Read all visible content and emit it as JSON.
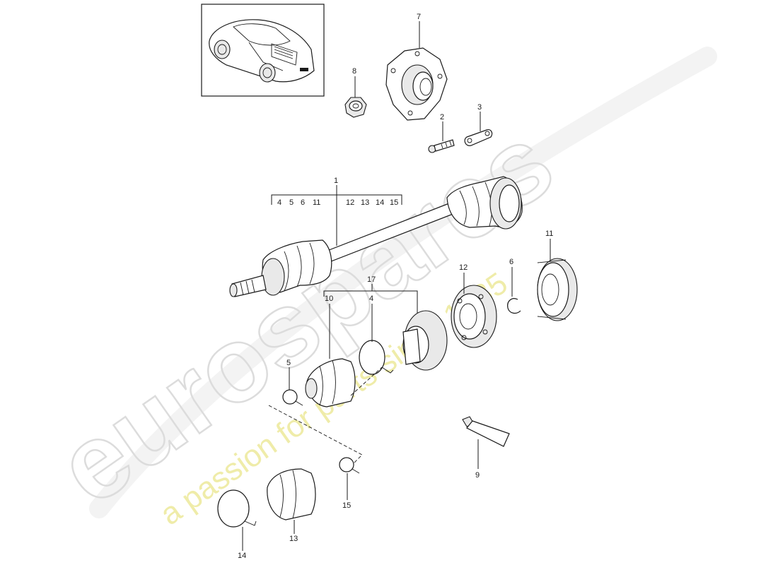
{
  "watermark": {
    "brand": "eurospares",
    "tagline": "a passion for parts since 1985",
    "brand_color": "#d9d9d9",
    "tagline_color": "#eeeaa0"
  },
  "thumbnail": {
    "icon": "car-thumbnail-icon"
  },
  "group_labels": {
    "g1_sub": [
      "4",
      "5",
      "6",
      "11",
      "12",
      "13",
      "14",
      "15"
    ]
  },
  "callouts": {
    "c1": "1",
    "c2": "2",
    "c3": "3",
    "c4": "4",
    "c5": "5",
    "c6": "6",
    "c7": "7",
    "c8": "8",
    "c9": "9",
    "c10": "10",
    "c11": "11",
    "c12": "12",
    "c13": "13",
    "c14": "14",
    "c15": "15",
    "c17": "17"
  }
}
